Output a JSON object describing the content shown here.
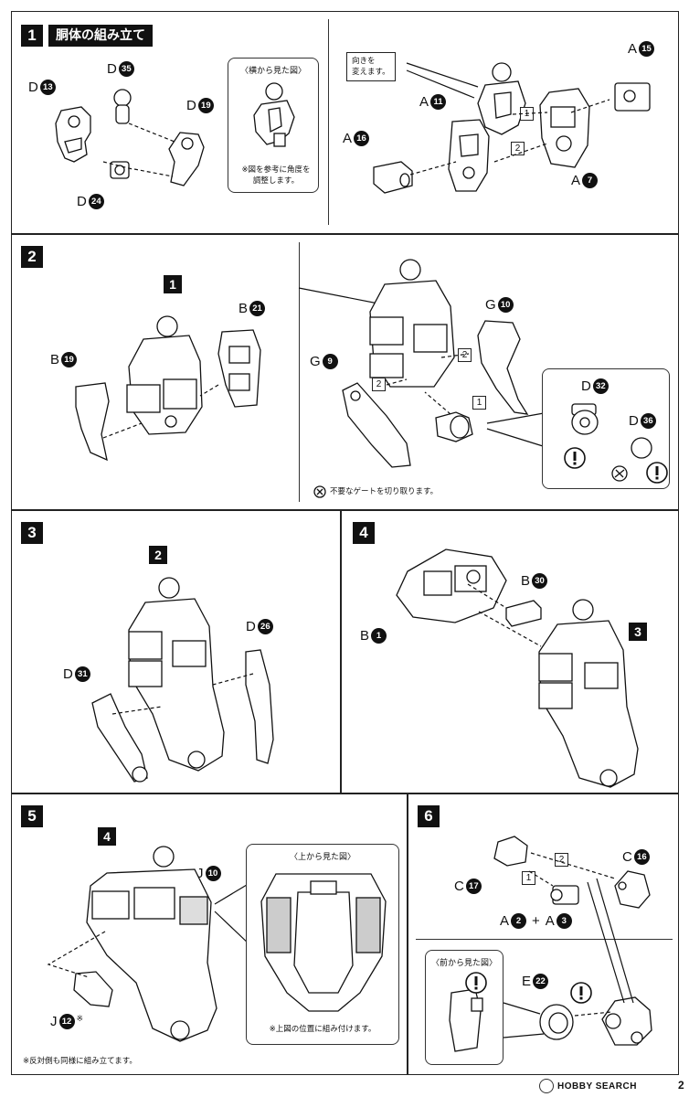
{
  "step1": {
    "num": "1",
    "title": "胴体の組み立て",
    "inset_title": "〈横から見た図〉",
    "inset_note_l1": "※図を参考に角度を",
    "inset_note_l2": "調整します。",
    "callout_l1": "向きを",
    "callout_l2": "変えます。",
    "parts": [
      {
        "letter": "D",
        "num": "13"
      },
      {
        "letter": "D",
        "num": "35"
      },
      {
        "letter": "D",
        "num": "19"
      },
      {
        "letter": "D",
        "num": "24"
      },
      {
        "letter": "A",
        "num": "15"
      },
      {
        "letter": "A",
        "num": "11"
      },
      {
        "letter": "A",
        "num": "16"
      },
      {
        "letter": "A",
        "num": "7"
      }
    ],
    "order": [
      "1",
      "2"
    ]
  },
  "step2": {
    "num": "2",
    "sub_ref": "1",
    "parts": [
      {
        "letter": "B",
        "num": "21"
      },
      {
        "letter": "B",
        "num": "19"
      },
      {
        "letter": "G",
        "num": "10"
      },
      {
        "letter": "G",
        "num": "9"
      },
      {
        "letter": "D",
        "num": "32"
      },
      {
        "letter": "D",
        "num": "36"
      }
    ],
    "order": [
      "2",
      "2",
      "1"
    ],
    "gate_note": "不要なゲートを切り取ります。"
  },
  "step3": {
    "num": "3",
    "sub_ref": "2",
    "parts": [
      {
        "letter": "D",
        "num": "26"
      },
      {
        "letter": "D",
        "num": "31"
      }
    ]
  },
  "step4": {
    "num": "4",
    "sub_ref": "3",
    "parts": [
      {
        "letter": "B",
        "num": "30"
      },
      {
        "letter": "B",
        "num": "1"
      }
    ]
  },
  "step5": {
    "num": "5",
    "sub_ref": "4",
    "parts": [
      {
        "letter": "J",
        "num": "10"
      },
      {
        "letter": "J",
        "num": "12"
      }
    ],
    "mark": "※",
    "inset_title": "〈上から見た図〉",
    "inset_note": "※上図の位置に組み付けます。",
    "note": "※反対側も同様に組み立てます。"
  },
  "step6": {
    "num": "6",
    "parts": [
      {
        "letter": "C",
        "num": "16"
      },
      {
        "letter": "C",
        "num": "17"
      },
      {
        "letter": "E",
        "num": "22"
      }
    ],
    "combo": {
      "a1": "A",
      "n1": "2",
      "plus": "+",
      "a2": "A",
      "n2": "3"
    },
    "order": [
      "2",
      "1"
    ],
    "inset_title": "〈前から見た図〉"
  },
  "footer": {
    "brand": "HOBBY SEARCH",
    "page": "2"
  }
}
